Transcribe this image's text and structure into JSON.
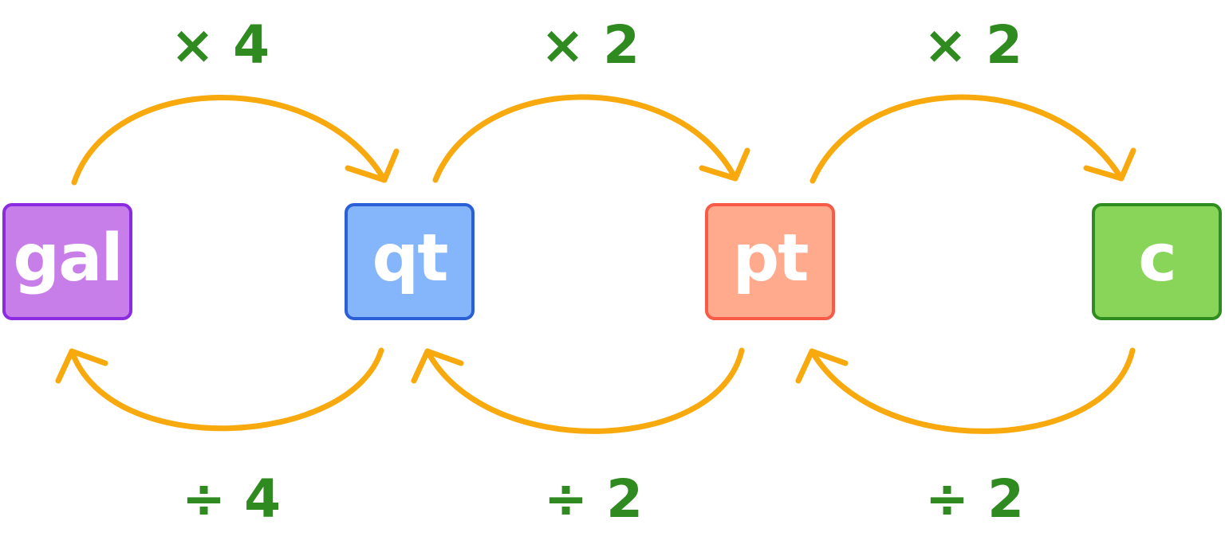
{
  "diagram": {
    "units": [
      {
        "id": "gal",
        "label": "gal",
        "fill": "#c77ee8",
        "border": "#8a2be2"
      },
      {
        "id": "qt",
        "label": "qt",
        "fill": "#85b5fa",
        "border": "#2a5fd6"
      },
      {
        "id": "pt",
        "label": "pt",
        "fill": "#ffaa8c",
        "border": "#f75b48"
      },
      {
        "id": "c",
        "label": "c",
        "fill": "#88d55a",
        "border": "#2f8c1e"
      }
    ],
    "multiply_labels": [
      "× 4",
      "× 2",
      "× 2"
    ],
    "divide_labels": [
      "÷ 4",
      "÷ 2",
      "÷ 2"
    ],
    "colors": {
      "arrow": "#f7a90d",
      "operator_text": "#2f8a1f"
    }
  }
}
